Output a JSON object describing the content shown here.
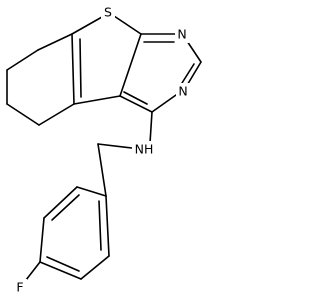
{
  "molecule": {
    "atoms": {
      "sulfur": "S",
      "nitrogen_top": "N",
      "nitrogen_right": "N",
      "amine": "NH",
      "fluorine": "F"
    },
    "colors": {
      "bond": "#000000",
      "label": "#000000",
      "background": "#ffffff"
    }
  }
}
